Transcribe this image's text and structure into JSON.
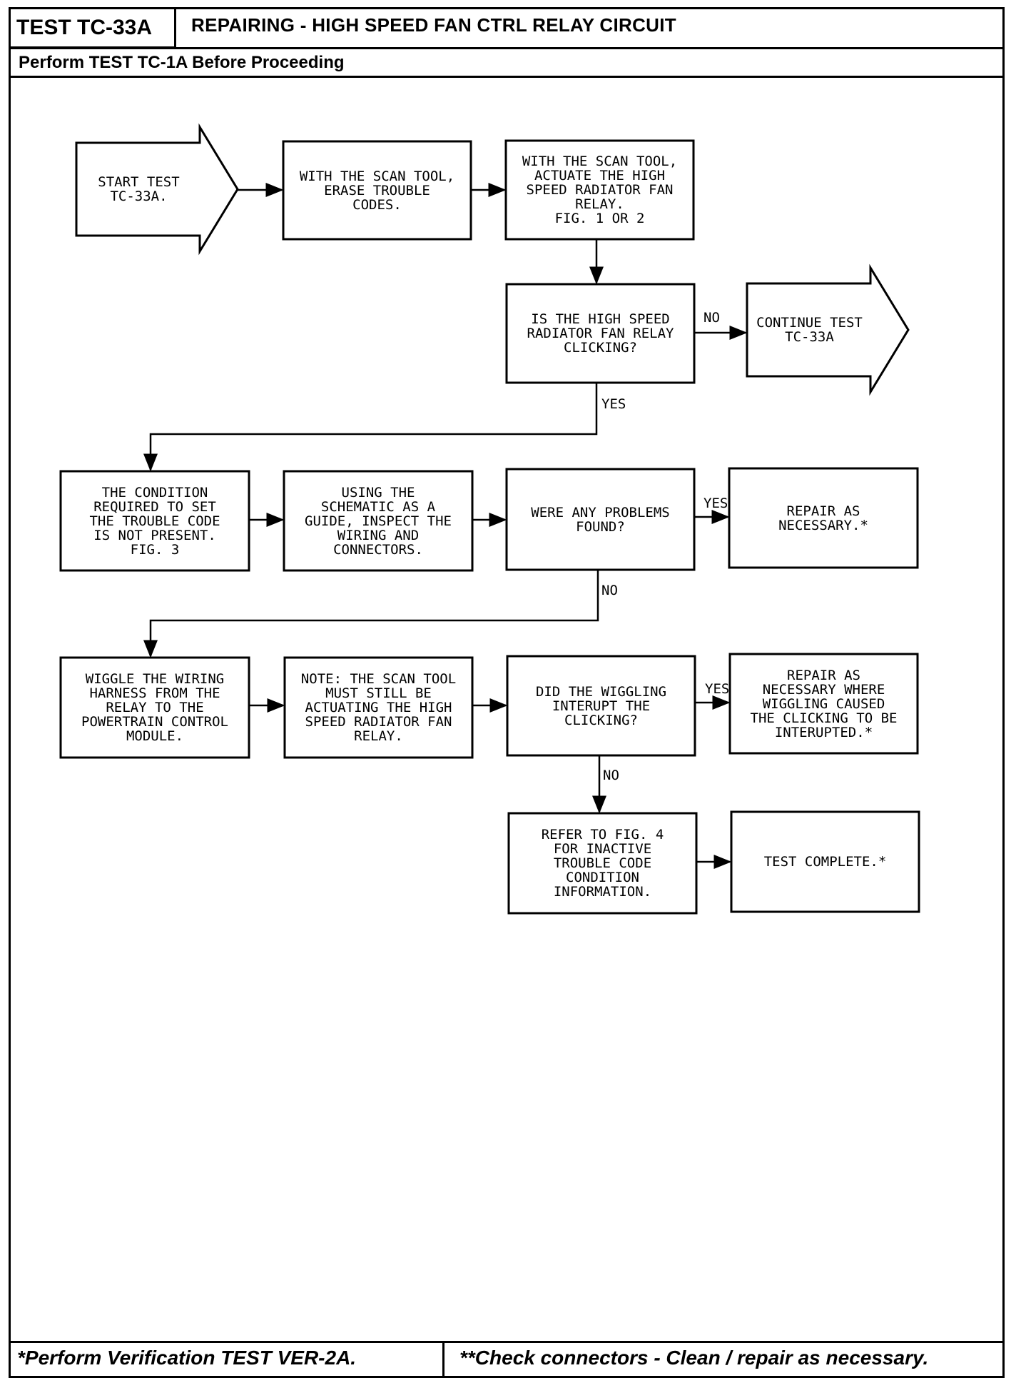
{
  "header": {
    "test_id": "TEST TC-33A",
    "title": "REPAIRING - HIGH SPEED FAN CTRL RELAY CIRCUIT",
    "prerequisite": "Perform TEST TC-1A Before Proceeding"
  },
  "footer": {
    "left_note": "*Perform Verification TEST VER-2A.",
    "right_note": "**Check connectors - Clean / repair as necessary."
  },
  "flowchart": {
    "nodes": {
      "start": "START TEST\nTC-33A.",
      "erase": "WITH THE SCAN TOOL,\nERASE TROUBLE\nCODES.",
      "actuate": "WITH THE SCAN TOOL,\nACTUATE THE HIGH\nSPEED RADIATOR FAN\nRELAY.\nFIG. 1 OR 2",
      "clicking_q": "IS THE HIGH SPEED\nRADIATOR FAN RELAY\nCLICKING?",
      "continue": "CONTINUE TEST\nTC-33A",
      "condition": "THE CONDITION\nREQUIRED TO SET\nTHE TROUBLE CODE\nIS NOT PRESENT.\nFIG. 3",
      "inspect": "USING THE\nSCHEMATIC AS A\nGUIDE, INSPECT THE\nWIRING AND\nCONNECTORS.",
      "problems_q": "WERE ANY PROBLEMS\nFOUND?",
      "repair1": "REPAIR AS\nNECESSARY.*",
      "wiggle": "WIGGLE THE WIRING\nHARNESS FROM THE\nRELAY TO THE\nPOWERTRAIN CONTROL\nMODULE.",
      "note": "NOTE: THE SCAN TOOL\nMUST STILL BE\nACTUATING THE HIGH\nSPEED RADIATOR FAN\nRELAY.",
      "wiggle_q": "DID THE WIGGLING\nINTERUPT THE\nCLICKING?",
      "repair2": "REPAIR AS\nNECESSARY WHERE\nWIGGLING CAUSED\nTHE CLICKING TO BE\nINTERUPTED.*",
      "refer": "REFER TO FIG. 4\nFOR INACTIVE\nTROUBLE CODE\nCONDITION\nINFORMATION.",
      "complete": "TEST COMPLETE.*"
    },
    "edge_labels": {
      "clicking_no": "NO",
      "clicking_yes": "YES",
      "problems_yes": "YES",
      "problems_no": "NO",
      "wiggle_yes": "YES",
      "wiggle_no": "NO"
    }
  }
}
